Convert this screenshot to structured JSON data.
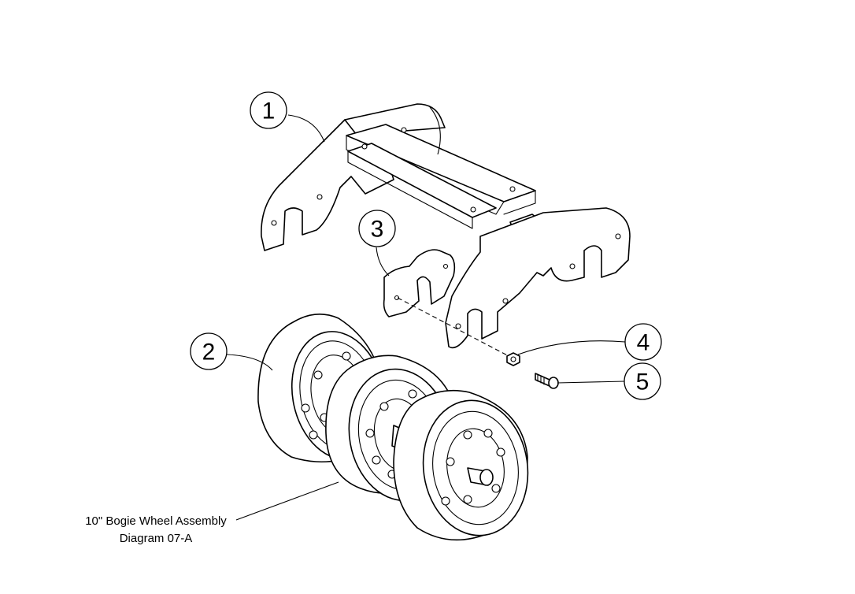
{
  "callouts": [
    {
      "id": "1",
      "label": "1"
    },
    {
      "id": "2",
      "label": "2"
    },
    {
      "id": "3",
      "label": "3"
    },
    {
      "id": "4",
      "label": "4"
    },
    {
      "id": "5",
      "label": "5"
    }
  ],
  "caption": {
    "title": "10\" Bogie Wheel Assembly",
    "subtitle": "Diagram 07-A"
  }
}
